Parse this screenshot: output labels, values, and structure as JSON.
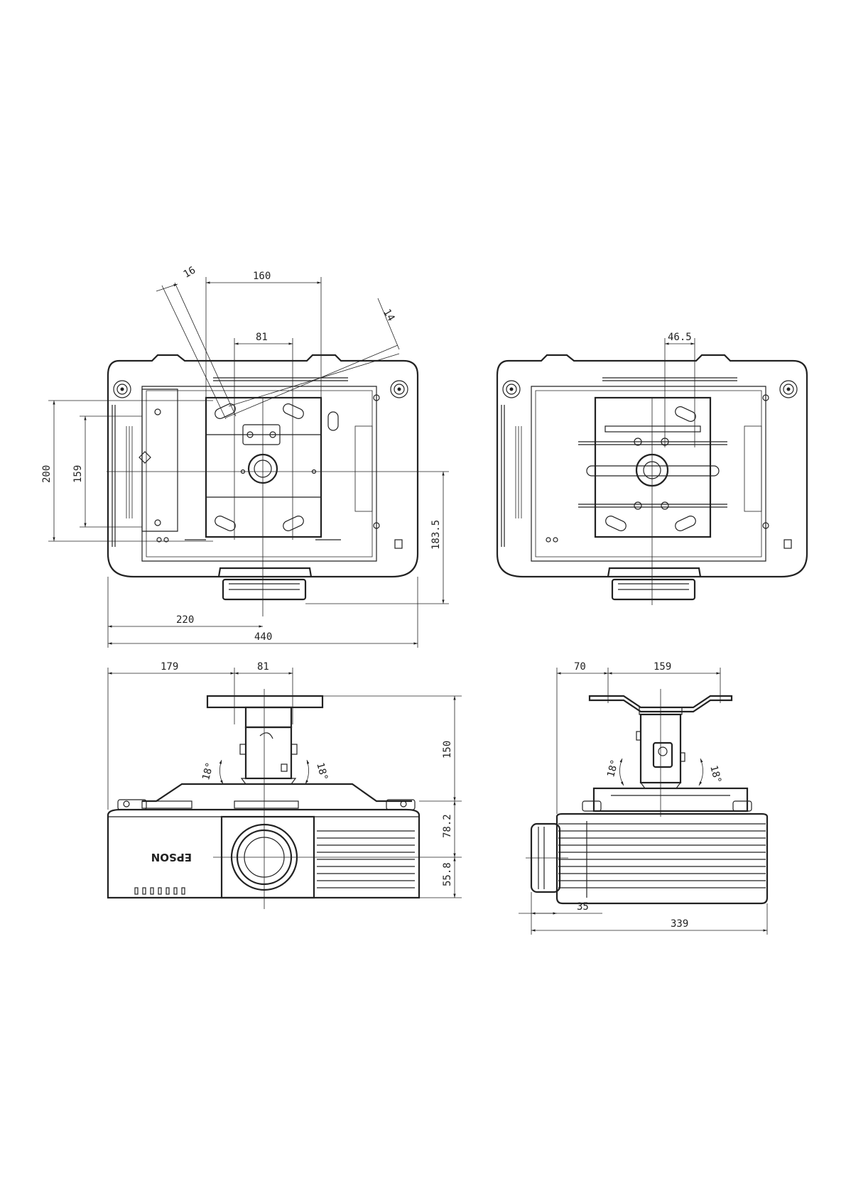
{
  "brand_logo": "EPSON",
  "top_left_view": {
    "dims": {
      "width_160": "160",
      "width_81": "81",
      "slot_16": "16",
      "slot_14": "14",
      "height_200": "200",
      "height_159": "159",
      "height_183_5": "183.5",
      "width_220": "220",
      "width_440": "440"
    }
  },
  "top_right_view": {
    "dims": {
      "width_46_5": "46.5"
    }
  },
  "front_view": {
    "dims": {
      "width_179": "179",
      "width_81": "81",
      "height_150": "150",
      "height_78_2": "78.2",
      "height_55_8": "55.8",
      "angle_left": "18°",
      "angle_right": "18°"
    }
  },
  "side_view": {
    "dims": {
      "width_70": "70",
      "width_159": "159",
      "width_35": "35",
      "width_339": "339",
      "angle_left": "18°",
      "angle_right": "18°"
    }
  }
}
